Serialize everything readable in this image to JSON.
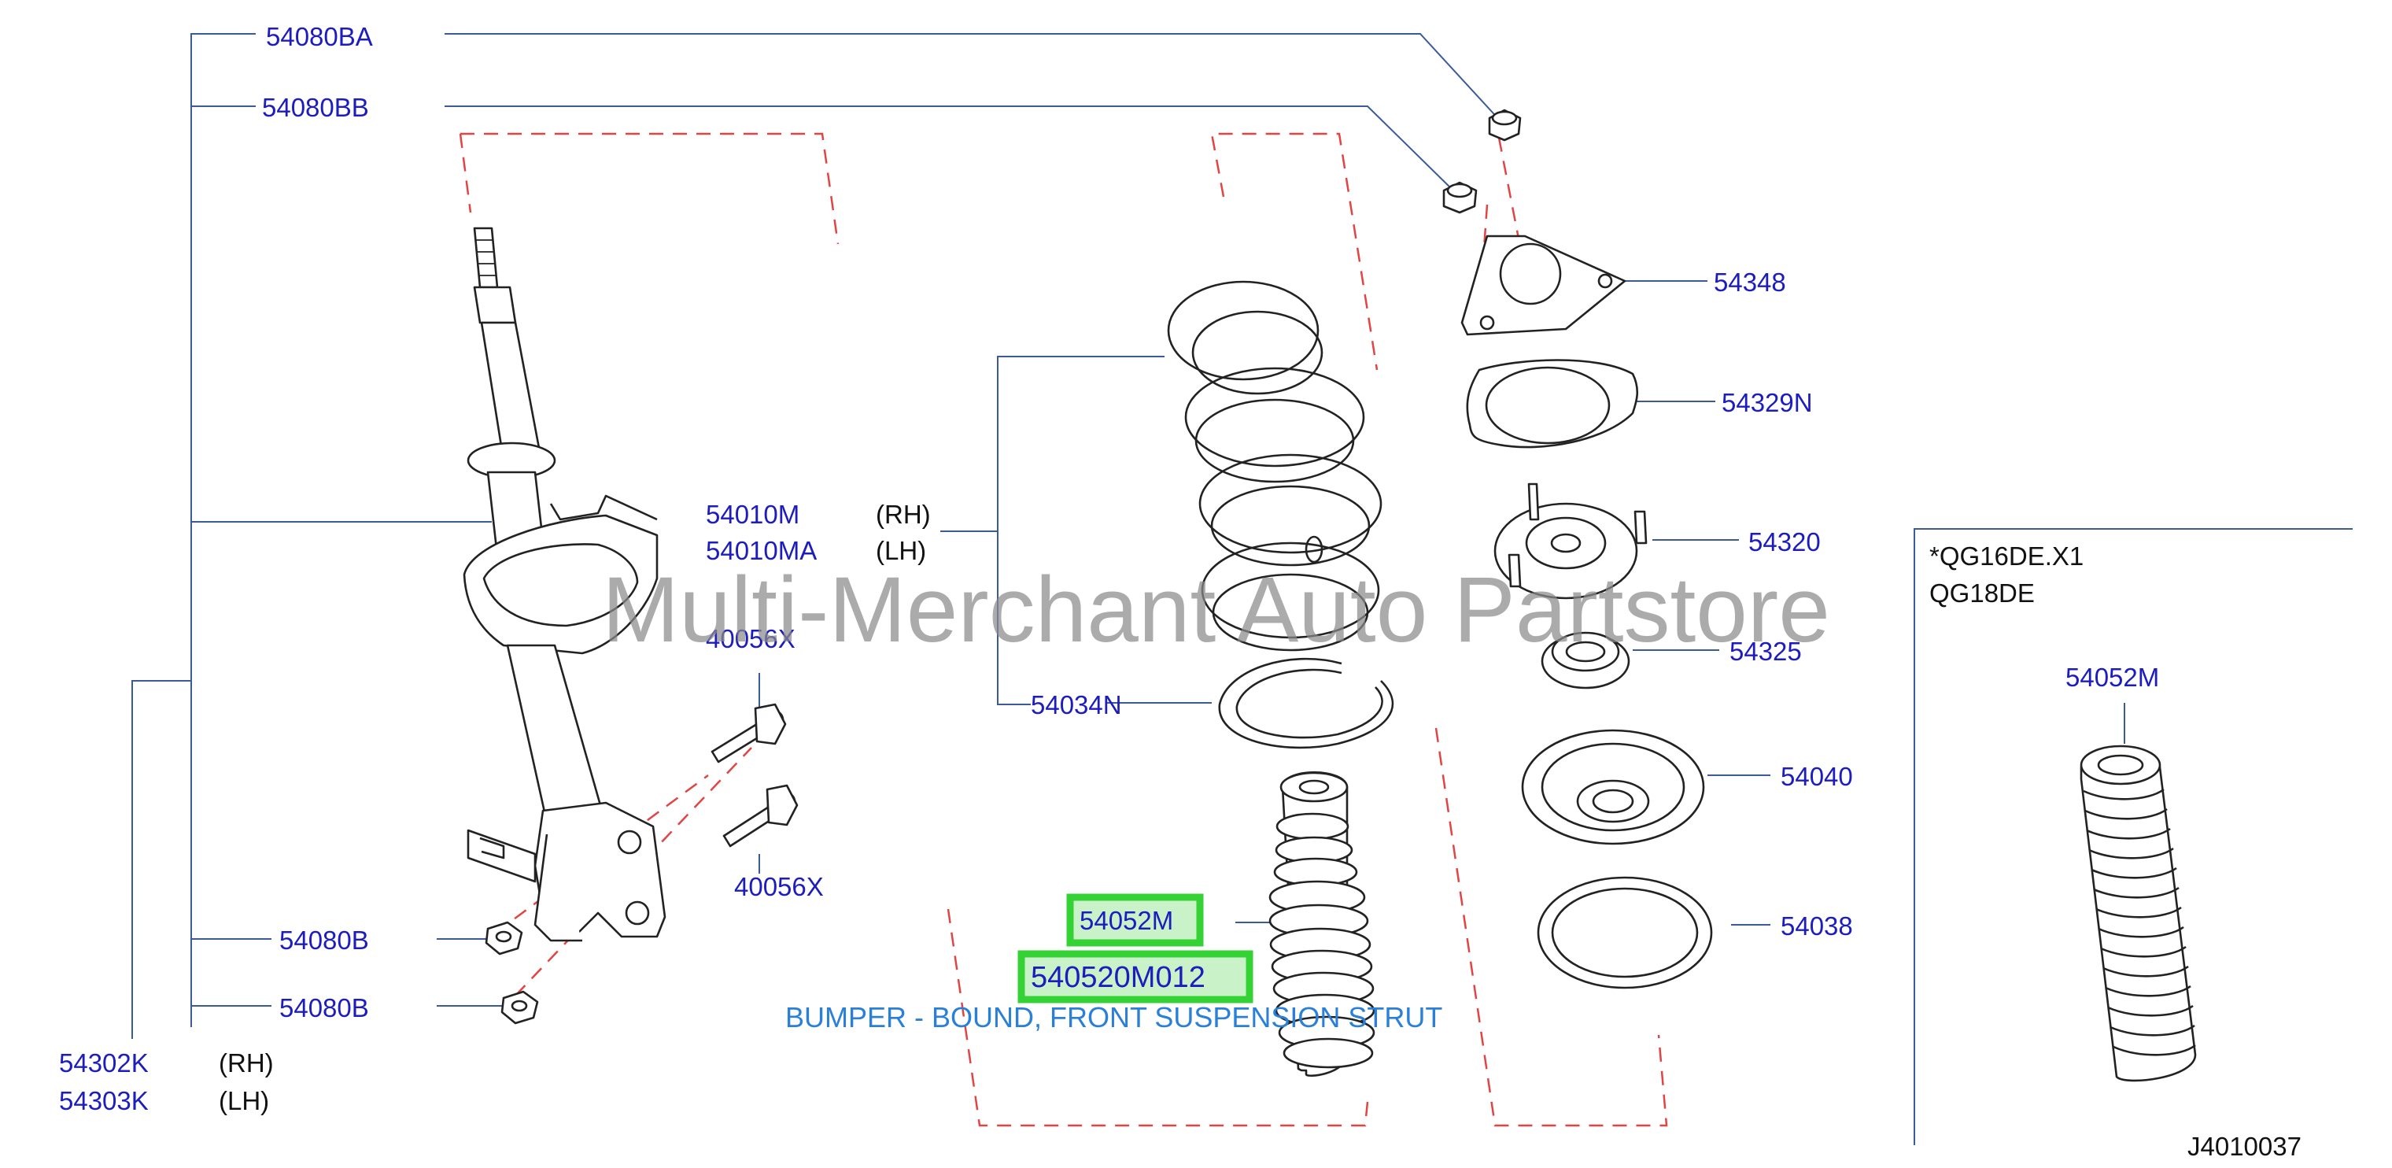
{
  "watermark": "Multi-Merchant Auto Partstore",
  "colors": {
    "part_number": "#1d1dbf",
    "highlight_border": "#35d235",
    "description": "#2a7fd8",
    "phantom_line": "#e24444"
  },
  "labels": {
    "p54080BA": "54080BA",
    "p54080BB": "54080BB",
    "p54348": "54348",
    "p54329N": "54329N",
    "p54010M": "54010M",
    "p54010M_side": "(RH)",
    "p54010MA": "54010MA",
    "p54010MA_side": "(LH)",
    "p54320": "54320",
    "p40056X_a": "40056X",
    "p54325": "54325",
    "p54034N": "54034N",
    "p54040": "54040",
    "p40056X_b": "40056X",
    "p54052M": "54052M",
    "p54038": "54038",
    "p540520M012": "540520M012",
    "p54080B_a": "54080B",
    "p54080B_b": "54080B",
    "p54302K": "54302K",
    "p54302K_side": "(RH)",
    "p54303K": "54303K",
    "p54303K_side": "(LH)"
  },
  "description": "BUMPER - BOUND, FRONT SUSPENSION STRUT",
  "note_box": {
    "line1": "*QG16DE.X1",
    "line2": "QG18DE",
    "part": "54052M"
  },
  "diagram_id": "J4010037"
}
